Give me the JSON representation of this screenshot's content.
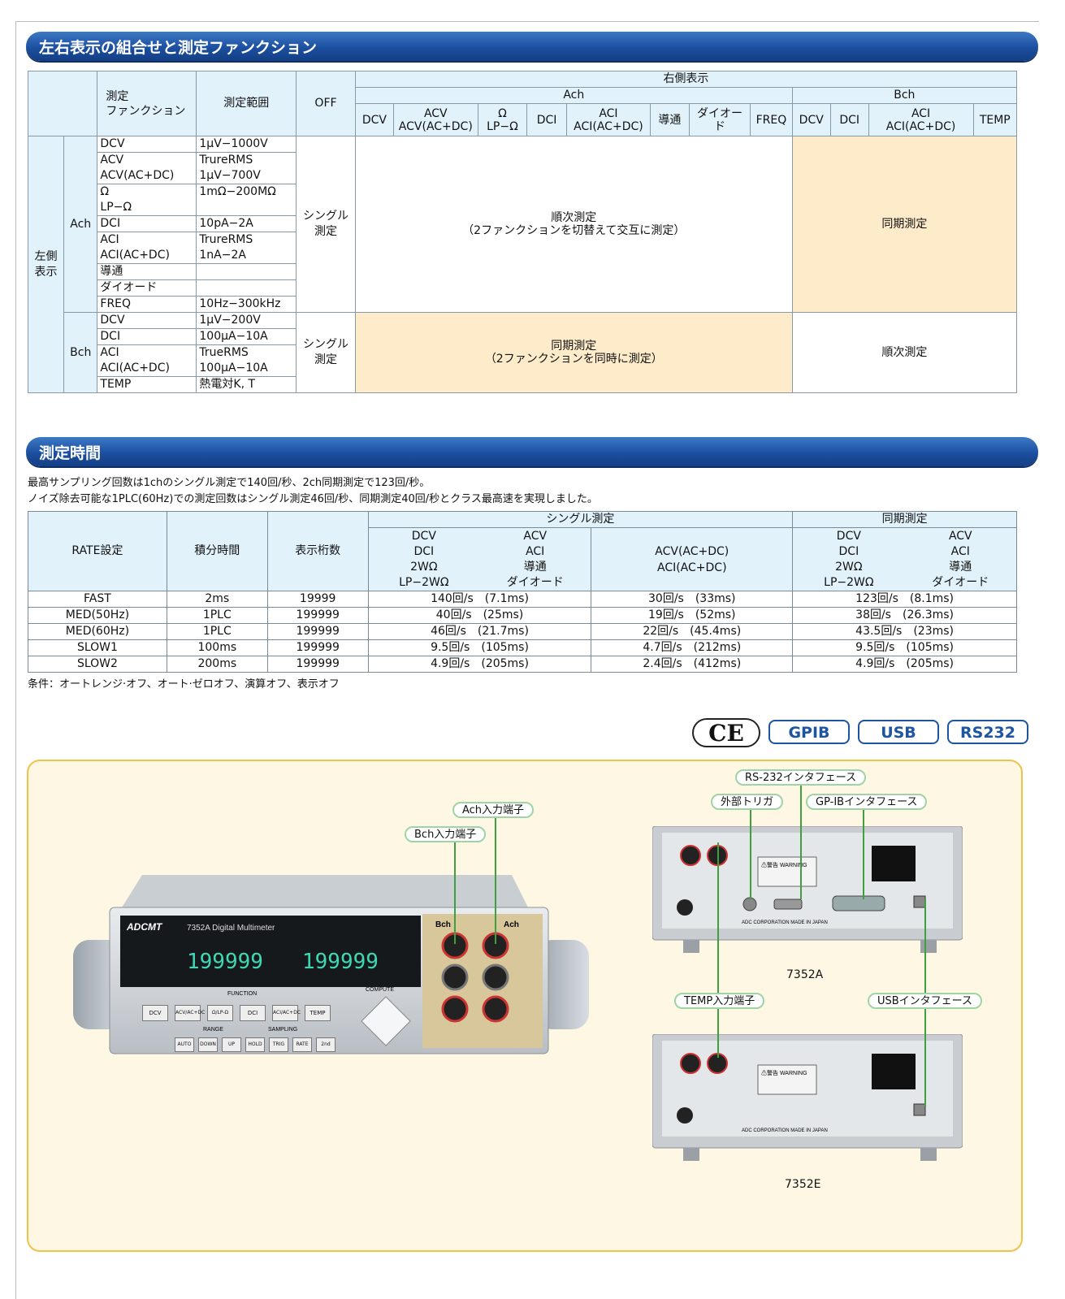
{
  "section1": {
    "title": "左右表示の組合せと測定ファンクション",
    "right_display": "右側表示",
    "ach": "Ach",
    "bch": "Bch",
    "col_function": "測定\nファンクション",
    "col_range": "測定範囲",
    "col_off": "OFF",
    "ach_cols": [
      "DCV",
      "ACV\nACV(AC+DC)",
      "Ω\nLP−Ω",
      "DCI",
      "ACI\nACI(AC+DC)",
      "導通",
      "ダイオード",
      "FREQ"
    ],
    "bch_cols": [
      "DCV",
      "DCI",
      "ACI\nACI(AC+DC)",
      "TEMP"
    ],
    "left_display": "左側\n表示",
    "ach_rows": [
      {
        "func": "DCV",
        "range": "1μV−1000V"
      },
      {
        "func": "ACV",
        "range": "TrureRMS"
      },
      {
        "func": "ACV(AC+DC)",
        "range": "1μV−700V"
      },
      {
        "func": "Ω",
        "range": "1mΩ−200MΩ"
      },
      {
        "func": "LP−Ω",
        "range": ""
      },
      {
        "func": "DCI",
        "range": "10pA−2A"
      },
      {
        "func": "ACI",
        "range": "TrureRMS"
      },
      {
        "func": "ACI(AC+DC)",
        "range": "1nA−2A"
      },
      {
        "func": "導通",
        "range": ""
      },
      {
        "func": "ダイオード",
        "range": ""
      },
      {
        "func": "FREQ",
        "range": "10Hz−300kHz"
      }
    ],
    "bch_rows": [
      {
        "func": "DCV",
        "range": "1μV−200V"
      },
      {
        "func": "DCI",
        "range": "100μA−10A"
      },
      {
        "func": "ACI",
        "range": "TrueRMS"
      },
      {
        "func": "ACI(AC+DC)",
        "range": "100μA−10A"
      },
      {
        "func": "TEMP",
        "range": "熱電対K, T"
      }
    ],
    "single": "シングル\n測定",
    "seq": "順次測定\n（2ファンクションを切替えて交互に測定）",
    "sync": "同期測定",
    "sync_detail": "同期測定\n（2ファンクションを同時に測定）",
    "seq_short": "順次測定"
  },
  "section2": {
    "title": "測定時間",
    "line1": "最高サンプリング回数は1chのシングル測定で140回/秒、2ch同期測定で123回/秒。",
    "line2": "ノイズ除去可能な1PLC(60Hz)での測定回数はシングル測定46回/秒、同期測定40回/秒とクラス最高速を実現しました。",
    "h_rate": "RATE設定",
    "h_int": "積分時間",
    "h_digits": "表示桁数",
    "h_single": "シングル測定",
    "h_sync": "同期測定",
    "sub_a": "DCV\nDCI\n2WΩ\nLP−2WΩ",
    "sub_b": "ACV\nACI\n導通\nダイオード",
    "sub_c": "ACV(AC+DC)\nACI(AC+DC)",
    "rows": [
      {
        "rate": "FAST",
        "int": "2ms",
        "digits": "19999",
        "s1": "140回/s　(7.1ms)",
        "s2": "30回/s　(33ms)",
        "y": "123回/s　(8.1ms)"
      },
      {
        "rate": "MED(50Hz)",
        "int": "1PLC",
        "digits": "199999",
        "s1": "40回/s　(25ms)",
        "s2": "19回/s　(52ms)",
        "y": "38回/s　(26.3ms)"
      },
      {
        "rate": "MED(60Hz)",
        "int": "1PLC",
        "digits": "199999",
        "s1": "46回/s　(21.7ms)",
        "s2": "22回/s　(45.4ms)",
        "y": "43.5回/s　(23ms)"
      },
      {
        "rate": "SLOW1",
        "int": "100ms",
        "digits": "199999",
        "s1": "9.5回/s　(105ms)",
        "s2": "4.7回/s　(212ms)",
        "y": "9.5回/s　(105ms)"
      },
      {
        "rate": "SLOW2",
        "int": "200ms",
        "digits": "199999",
        "s1": "4.9回/s　(205ms)",
        "s2": "2.4回/s　(412ms)",
        "y": "4.9回/s　(205ms)"
      }
    ],
    "condition": "条件：オートレンジ·オフ、オート·ゼロオフ、演算オフ、表示オフ"
  },
  "badges": {
    "ce": "CE",
    "gpib": "GPIB",
    "usb": "USB",
    "rs232": "RS232"
  },
  "product": {
    "label_ach": "Ach入力端子",
    "label_bch": "Bch入力端子",
    "label_rs232": "RS-232インタフェース",
    "label_trig": "外部トリガ",
    "label_gpib": "GP-IBインタフェース",
    "label_temp": "TEMP入力端子",
    "label_usb": "USBインタフェース",
    "model_a": "7352A",
    "model_e": "7352E",
    "brand": "ADCMT",
    "front_title": "7352A  Digital Multimeter",
    "display_left": "199999",
    "display_right": "199999",
    "front_bch": "Bch",
    "front_ach": "Ach",
    "func_keys": [
      "DCV",
      "ACV/AC+DC",
      "Ω/LP-Ω",
      "DCI",
      "ACI/AC+DC",
      "TEMP"
    ],
    "range_keys": [
      "AUTO",
      "DOWN",
      "UP",
      "HOLD",
      "TRIG",
      "RATE",
      "2nd"
    ],
    "function_lbl": "FUNCTION",
    "compute_lbl": "COMPUTE",
    "range_lbl": "RANGE",
    "sampling_lbl": "SAMPLING",
    "warning": "⚠警告 WARNING",
    "corp": "ADC CORPORATION   MADE IN JAPAN"
  },
  "colors": {
    "section_bar": "#1c4f9f",
    "header_bg": "#e2f2fa",
    "cream": "#fdebc9",
    "panel_bg": "#fef7e4",
    "panel_border": "#f0c24a",
    "badge": "#1d55a0"
  }
}
